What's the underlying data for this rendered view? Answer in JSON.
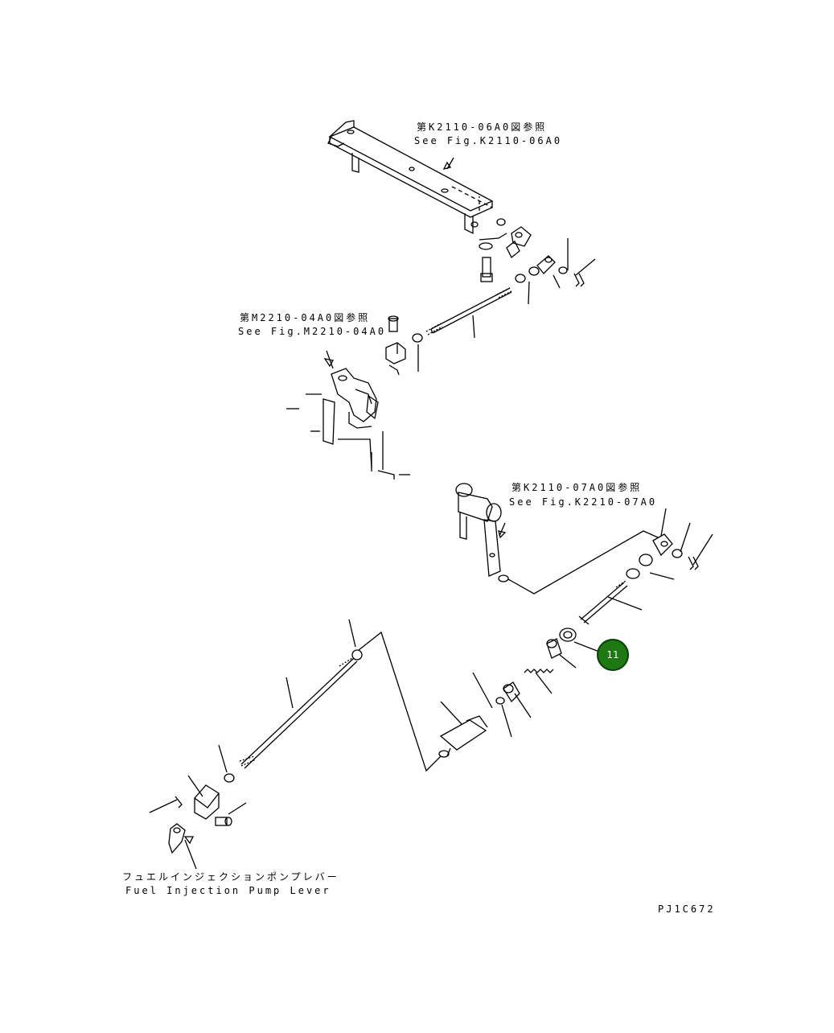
{
  "references": {
    "top": {
      "jp": "第K2110-06A0図参照",
      "en": "See Fig.K2110-06A0"
    },
    "middle": {
      "jp": "第M2210-04A0図参照",
      "en": "See Fig.M2210-04A0"
    },
    "right": {
      "jp": "第K2110-07A0図参照",
      "en": "See Fig.K2210-07A0"
    }
  },
  "pump_lever": {
    "jp": "フュエルインジェクションポンプレバー",
    "en": "Fuel Injection Pump Lever"
  },
  "drawing_code": "PJ1C672",
  "callout": {
    "number": "11",
    "color": "#1d7a12"
  }
}
